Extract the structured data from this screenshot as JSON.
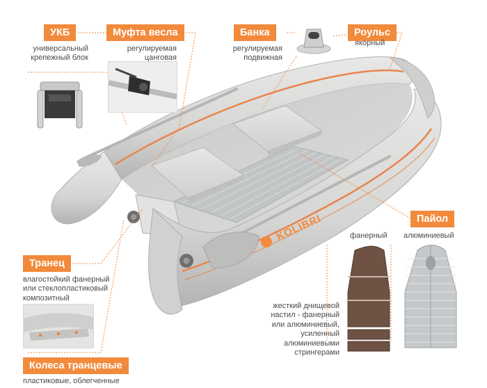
{
  "colors": {
    "accent": "#f28a3c",
    "hull": "#d9d9d7",
    "hull_shadow": "#b9bab8",
    "stripe": "#e9844c",
    "plywood_floor": "#6e5243",
    "aluminum_floor": "#c6c9cb",
    "text": "#4a4a4a"
  },
  "brand": {
    "logo_text": "KOLIBRI"
  },
  "callouts": {
    "ukb": {
      "title": "УКБ",
      "lines": [
        "универсальный",
        "крепежный блок"
      ]
    },
    "oar_coupling": {
      "title": "Муфта весла",
      "lines": [
        "регулируемая",
        "цанговая"
      ]
    },
    "bench": {
      "title": "Банка",
      "lines": [
        "регулируемая",
        "подвижная"
      ]
    },
    "bow_roller": {
      "title": "Роульс",
      "lines": [
        "якорный"
      ]
    },
    "transom": {
      "title": "Транец",
      "lines": [
        "влагостойкий фанерный",
        "или стеклопластиковый",
        "композитный"
      ]
    },
    "transom_wheels": {
      "title": "Колеса транцевые",
      "lines": [
        "пластиковые, облегченные"
      ]
    },
    "floor": {
      "title": "Пайол",
      "option_plywood": "фанерный",
      "option_aluminum": "алюминиевый",
      "lines": [
        "жесткий днищевой",
        "настил - фанерный",
        "или алюминиевый,",
        "усиленный",
        "алюминиевыми",
        "стрингерами"
      ]
    }
  }
}
